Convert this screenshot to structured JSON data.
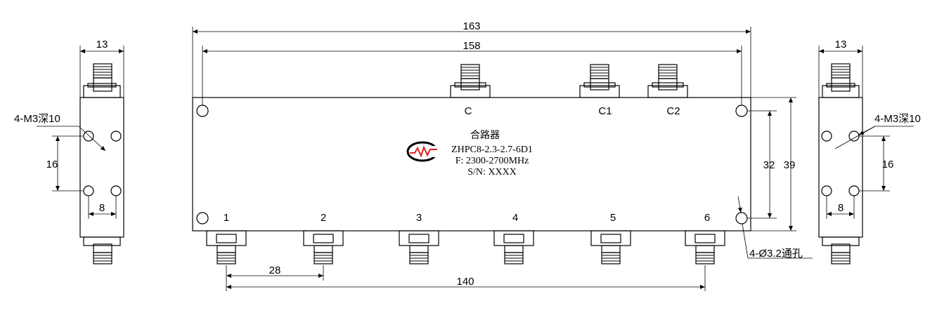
{
  "dimensions": {
    "overall_length": "163",
    "hole_spacing_length": "158",
    "side_width_left": "13",
    "side_width_right": "13",
    "thread_label_left": "4-M3深10",
    "thread_label_right": "4-M3深10",
    "side_hole_vertical_left": "16",
    "side_hole_vertical_right": "16",
    "side_hole_horizontal_left": "8",
    "side_hole_horizontal_right": "8",
    "hole_spacing_height": "32",
    "overall_height": "39",
    "port_pitch": "28",
    "port_span": "140",
    "through_hole_label": "4-Ø3.2通孔"
  },
  "ports": {
    "top": [
      "C",
      "C1",
      "C2"
    ],
    "bottom": [
      "1",
      "2",
      "3",
      "4",
      "5",
      "6"
    ]
  },
  "label": {
    "name": "合路器",
    "model": "ZHPC8-2.3-2.7-6D1",
    "frequency": "F: 2300-2700MHz",
    "serial": "S/N: XXXX"
  },
  "colors": {
    "line": "#000000",
    "logo_red": "#e02020",
    "background": "#ffffff"
  }
}
